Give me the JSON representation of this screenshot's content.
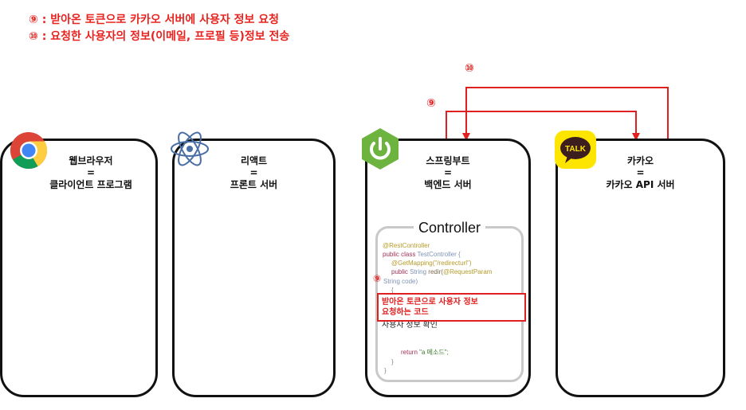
{
  "header": {
    "line1": "⑨ : 받아온 토큰으로 카카오 서버에 사용자 정보 요청",
    "line2": "⑩ : 요청한 사용자의 정보(이메일, 프로필 등)정보 전송"
  },
  "boxes": {
    "browser": {
      "line1": "웹브라우저",
      "line2": "=",
      "line3": "클라이언트 프로그램"
    },
    "react": {
      "line1": "리액트",
      "line2": "=",
      "line3": "프론트 서버"
    },
    "spring": {
      "line1": "스프링부트",
      "line2": "=",
      "line3": "백엔드 서버"
    },
    "kakao": {
      "line1": "카카오",
      "line2": "=",
      "line3": "카카오 API 서버"
    }
  },
  "controller": {
    "title": "Controller",
    "code": {
      "annotation": "@RestController",
      "class_kw": "public class",
      "class_name": "TestController {",
      "mapping": "@GetMapping(\"/redirecturl\")",
      "method_kw": "public",
      "method_type": "String",
      "method_name": "redir(",
      "param_ann": "@RequestParam",
      "param": "String code)",
      "open_brace": "{",
      "overlap_text": "사용자 정보 확인",
      "return_kw": "return",
      "return_str": "\"a 메소드\";",
      "close1": "}",
      "close2": "}"
    },
    "highlight_line1": "받아온 토큰으로 사용자 정보",
    "highlight_line2": "요청하는 코드"
  },
  "labels": {
    "step9": "⑨",
    "step10": "⑩",
    "step9_inline": "⑨"
  },
  "icons": {
    "browser": "chrome-icon",
    "react": "react-icon",
    "spring": "spring-boot-icon",
    "kakao": "kakao-talk-icon",
    "talk_text": "TALK"
  },
  "colors": {
    "accent_red": "#e8231f",
    "spring_green": "#6db33f",
    "kakao_yellow": "#fee500",
    "react_blue": "#4a6fa5"
  }
}
